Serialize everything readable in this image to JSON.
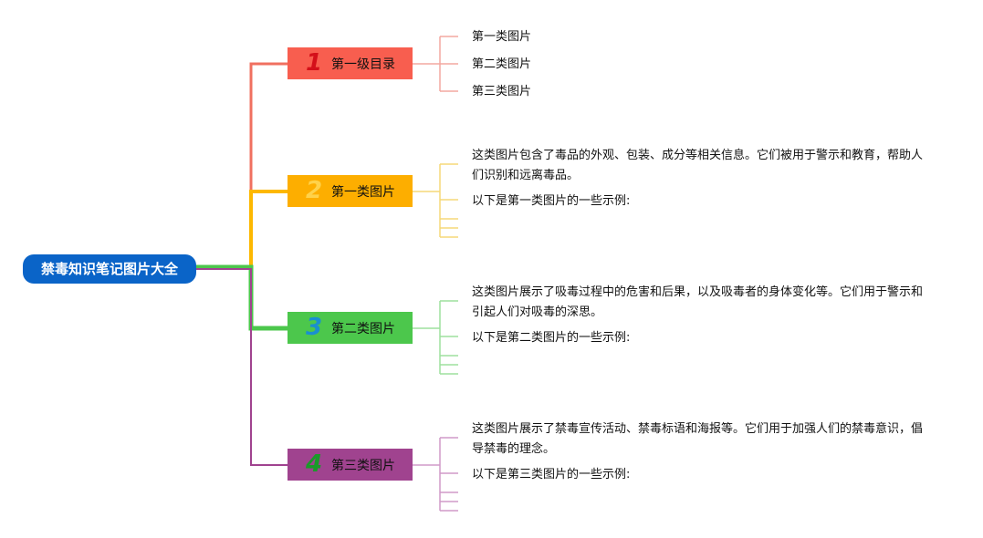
{
  "root": {
    "label": "禁毒知识笔记图片大全"
  },
  "colors": {
    "root": "#0a64c8",
    "b1": "#f85e4f",
    "b2": "#fdae00",
    "b3": "#4cc74c",
    "b4": "#a0438f"
  },
  "branches": [
    {
      "num": "1",
      "label": "第一级目录",
      "children": [
        "第一类图片",
        "第二类图片",
        "第三类图片"
      ]
    },
    {
      "num": "2",
      "label": "第一类图片",
      "description": "这类图片包含了毒品的外观、包装、成分等相关信息。它们被用于警示和教育，帮助人们识别和远离毒品。",
      "example": "以下是第一类图片的一些示例:"
    },
    {
      "num": "3",
      "label": "第二类图片",
      "description": "这类图片展示了吸毒过程中的危害和后果，以及吸毒者的身体变化等。它们用于警示和引起人们对吸毒的深思。",
      "example": "以下是第二类图片的一些示例:"
    },
    {
      "num": "4",
      "label": "第三类图片",
      "description": "这类图片展示了禁毒宣传活动、禁毒标语和海报等。它们用于加强人们的禁毒意识，倡导禁毒的理念。",
      "example": "以下是第三类图片的一些示例:"
    }
  ]
}
